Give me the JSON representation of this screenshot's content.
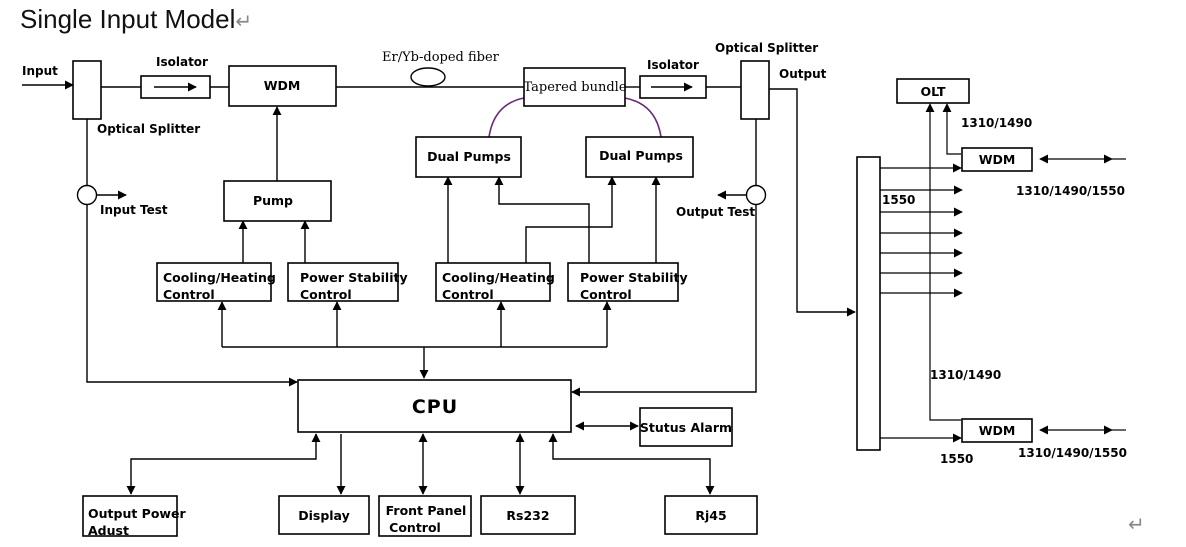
{
  "title": "Single Input Model",
  "paragraph_mark": "↵",
  "labels": {
    "input": "Input",
    "isolator_1": "Isolator",
    "optical_splitter_in": "Optical Splitter",
    "fiber": "Er/Yb-doped fiber",
    "isolator_2": "Isolator",
    "optical_splitter_out": "Optical Splitter",
    "output": "Output",
    "input_test": "Input Test",
    "output_test": "Output Test",
    "wl_1310_1490_top": "1310/1490",
    "wl_1310_1490_1550_top": "1310/1490/1550",
    "wl_1550_top": "1550",
    "wl_1310_1490_mid": "1310/1490",
    "wl_1550_bottom": "1550",
    "wl_1310_1490_1550_bottom": "1310/1490/1550"
  },
  "boxes": {
    "wdm_main": "WDM",
    "tapered_bundle": "Tapered bundle",
    "pump": "Pump",
    "dual_pumps_1": "Dual Pumps",
    "dual_pumps_2": "Dual Pumps",
    "cooling_1": [
      "Cooling/Heating",
      "Control"
    ],
    "power_1": [
      "Power Stability",
      "Control"
    ],
    "cooling_2": [
      "Cooling/Heating",
      "Control"
    ],
    "power_2": [
      "Power Stability",
      "Control"
    ],
    "cpu": "CPU",
    "status_alarm": "Stutus Alarm",
    "output_power": [
      "Output Power",
      "Adust"
    ],
    "display": "Display",
    "front_panel": [
      "Front Panel",
      "Control"
    ],
    "rs232": "Rs232",
    "rj45": "Rj45",
    "olt": "OLT",
    "wdm_top": "WDM",
    "wdm_bottom": "WDM"
  }
}
